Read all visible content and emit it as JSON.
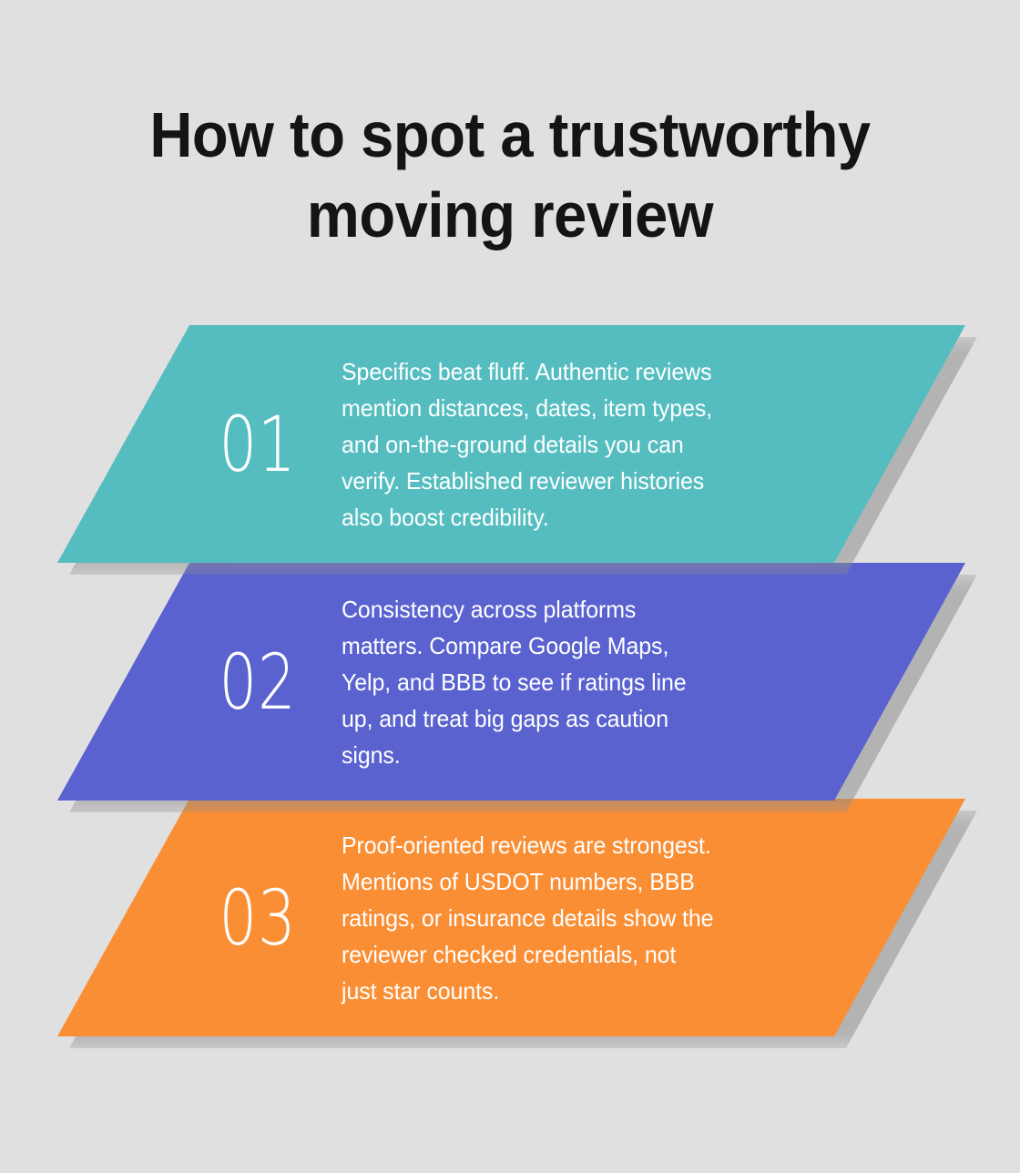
{
  "background_color": "#e0e0e0",
  "heading": {
    "line1": "How to spot a trustworthy",
    "line2": "moving review",
    "full_text": "How to spot a trustworthy moving review",
    "color": "#141414"
  },
  "panels": [
    {
      "number": "01",
      "color": "#55bdc0",
      "text": "Specifics beat fluff. Authentic reviews mention distances, dates, item types, and on-the-ground details you can verify. Established reviewer histories also boost credibility.",
      "lines": [
        "Specifics beat fluff. Authentic reviews",
        "mention distances, dates, item types,",
        "and on-the-ground details you can",
        "verify. Established reviewer histories",
        "also boost credibility."
      ]
    },
    {
      "number": "02",
      "color": "#5a62cf",
      "text": "Consistency across platforms matters. Compare Google Maps, Yelp, and BBB to see if ratings line up, and treat big gaps as caution signs.",
      "lines": [
        "Consistency across platforms",
        "matters. Compare Google Maps,",
        "Yelp, and BBB to see if ratings line",
        "up, and treat big gaps as caution",
        "signs."
      ]
    },
    {
      "number": "03",
      "color": "#fa8e34",
      "text": "Proof-oriented reviews are strongest. Mentions of USDOT numbers, BBB ratings, or insurance details show the reviewer checked credentials, not just star counts.",
      "lines": [
        "Proof-oriented reviews are strongest.",
        "Mentions of USDOT numbers, BBB",
        "ratings, or insurance details show the",
        "reviewer checked credentials, not",
        "just star counts."
      ]
    }
  ]
}
